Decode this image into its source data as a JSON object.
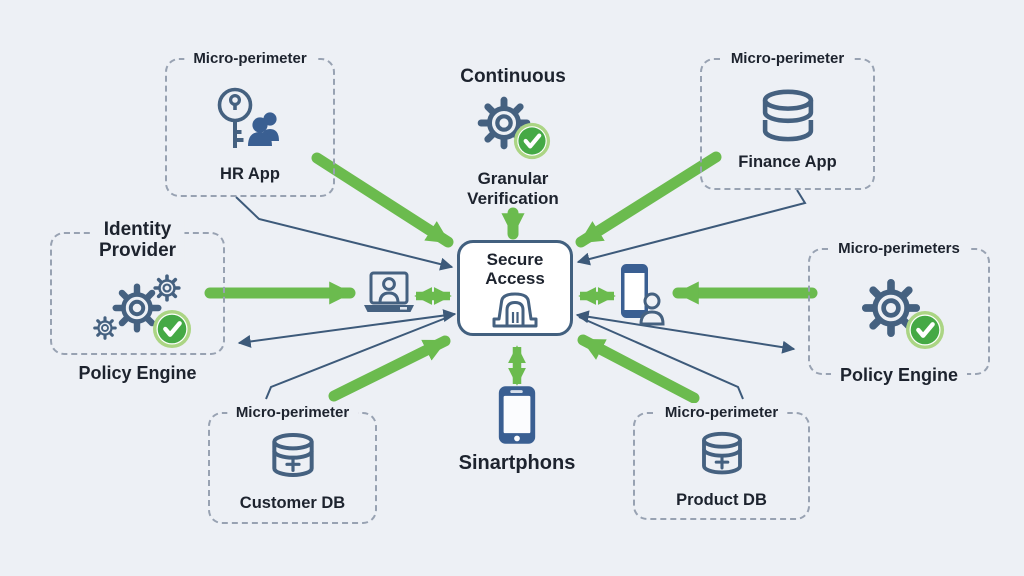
{
  "diagram": {
    "background": "#edf0f5",
    "colors": {
      "arrow_green": "#6bbb4e",
      "line_slate": "#3d5a7a",
      "icon_outline": "#456180",
      "icon_fill_blue": "#3a5f92",
      "check_green": "#45a945",
      "check_ring": "#abd584",
      "dashed_border": "#98a2b2",
      "center_box_fill": "#ffffff",
      "text": "#1d232e"
    },
    "nodes": {
      "hr_app": {
        "perimeter_label": "Micro-perimeter",
        "name": "HR App",
        "icons": [
          "key-icon",
          "users-icon"
        ]
      },
      "continuous_verification": {
        "title": "Continuous",
        "caption": [
          "Granular",
          "Verification"
        ],
        "icons": [
          "gear-icon",
          "check-badge-icon"
        ]
      },
      "finance_app": {
        "perimeter_label": "Micro-perimeter",
        "name": "Finance App",
        "icons": [
          "database-icon"
        ]
      },
      "identity_provider": {
        "title": [
          "Identity",
          "Provider"
        ],
        "caption": "Policy Engine",
        "icons": [
          "gears-icon",
          "check-badge-icon"
        ]
      },
      "secure_access": {
        "title": [
          "Secure",
          "Access"
        ],
        "icons": [
          "gate-icon"
        ]
      },
      "policy_engine_right": {
        "perimeter_label": "Micro-perimeters",
        "caption": "Policy Engine",
        "icons": [
          "gear-icon",
          "check-badge-icon"
        ]
      },
      "customer_db": {
        "perimeter_label": "Micro-perimeter",
        "name": "Customer DB",
        "icons": [
          "database-plus-icon"
        ]
      },
      "smartphones": {
        "name": "Sinartphons",
        "icons": [
          "smartphone-icon"
        ]
      },
      "product_db": {
        "perimeter_label": "Micro-perimeter",
        "name": "Product DB",
        "icons": [
          "database-plus-icon"
        ]
      },
      "laptop_user": {
        "icons": [
          "laptop-user-icon"
        ]
      },
      "mobile_user": {
        "icons": [
          "mobile-user-icon"
        ]
      }
    },
    "connections": [
      {
        "from": "HR App",
        "to": "Secure Access",
        "style": "green-arrow"
      },
      {
        "from": "Granular Verification",
        "to": "Secure Access",
        "style": "green-arrow"
      },
      {
        "from": "Finance App",
        "to": "Secure Access",
        "style": "green-arrow"
      },
      {
        "from": "Identity Provider",
        "to": "Laptop User",
        "style": "green-arrow"
      },
      {
        "from": "Laptop User",
        "to": "Secure Access",
        "style": "green-arrow-double"
      },
      {
        "from": "Secure Access",
        "to": "Mobile User",
        "style": "green-arrow-double"
      },
      {
        "from": "Policy Engine (right)",
        "to": "Mobile User",
        "style": "green-arrow"
      },
      {
        "from": "Customer DB",
        "to": "Secure Access",
        "style": "green-arrow"
      },
      {
        "from": "Secure Access",
        "to": "Smartphones",
        "style": "green-arrow-double"
      },
      {
        "from": "Product DB",
        "to": "Secure Access",
        "style": "green-arrow"
      },
      {
        "from": "HR App",
        "to": "Secure Access",
        "style": "thin-line"
      },
      {
        "from": "Secure Access",
        "to": "Identity Provider",
        "style": "thin-line-double"
      },
      {
        "from": "Customer DB",
        "to": "Secure Access",
        "style": "thin-line"
      },
      {
        "from": "Finance App",
        "to": "Secure Access",
        "style": "thin-line"
      },
      {
        "from": "Secure Access",
        "to": "Policy Engine (right)",
        "style": "thin-line-double"
      },
      {
        "from": "Product DB",
        "to": "Secure Access",
        "style": "thin-line"
      }
    ]
  }
}
